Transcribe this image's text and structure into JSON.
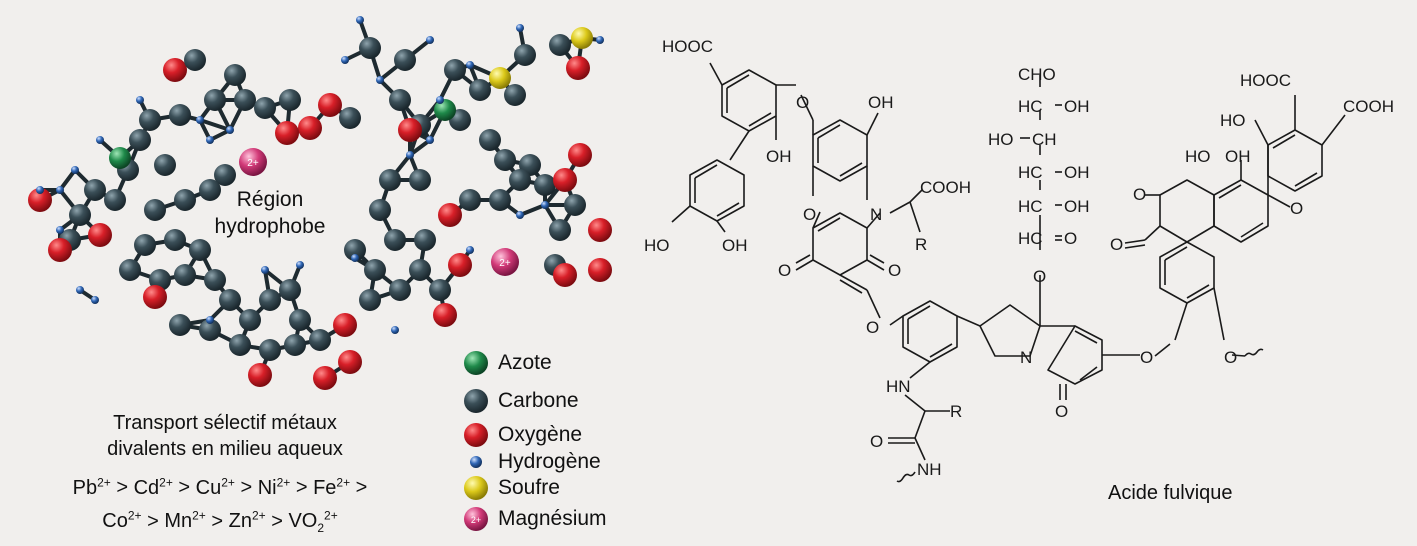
{
  "molecule_labels": {
    "region_line1": "Région",
    "region_line2": "hydrophobe",
    "ion": "2+"
  },
  "legend": [
    {
      "label": "Azote",
      "color": "#1f8a4a",
      "icon": "green-sphere"
    },
    {
      "label": "Carbone",
      "color": "#2d3e46",
      "icon": "dark-sphere"
    },
    {
      "label": "Oxygène",
      "color": "#d01f2a",
      "icon": "red-sphere"
    },
    {
      "label": "Hydrogène",
      "color": "#2a5ea8",
      "icon": "blue-small-sphere"
    },
    {
      "label": "Soufre",
      "color": "#dcc91a",
      "icon": "yellow-sphere"
    },
    {
      "label": "Magnésium",
      "color": "#d23a78",
      "icon": "pink-sphere"
    }
  ],
  "transport": {
    "line1": "Transport sélectif métaux",
    "line2": "divalents en milieu aqueux",
    "series_line1": [
      {
        "el": "Pb",
        "ch": "2+"
      },
      {
        "el": "Cd",
        "ch": "2+"
      },
      {
        "el": "Cu",
        "ch": "2+"
      },
      {
        "el": "Ni",
        "ch": "2+"
      },
      {
        "el": "Fe",
        "ch": "2+"
      }
    ],
    "series_line2": [
      {
        "el": "Co",
        "ch": "2+"
      },
      {
        "el": "Mn",
        "ch": "2+"
      },
      {
        "el": "Zn",
        "ch": "2+"
      },
      {
        "el": "VO",
        "sub": "2",
        "ch": "2+"
      }
    ],
    "separator": ">"
  },
  "structure": {
    "title": "Acide fulvique",
    "groups": {
      "hooc_top_left": "HOOC",
      "oh": "OH",
      "ho": "HO",
      "o": "O",
      "n": "N",
      "r": "R",
      "cooh": "COOH",
      "hooc": "HOOC",
      "cho": "CHO",
      "hc": "HC",
      "ch": "CH",
      "hn": "HN",
      "nh": "NH"
    }
  }
}
